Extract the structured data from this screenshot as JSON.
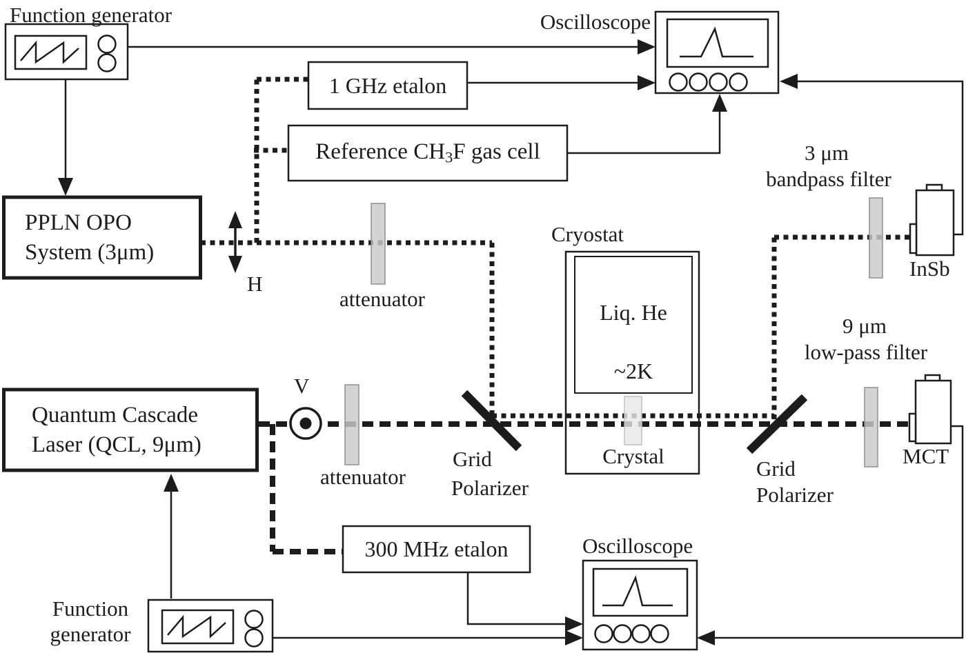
{
  "colors": {
    "ink": "#1c1c1c",
    "filter_fill": "#c9c9c9",
    "filter_stroke": "#8f8f8f",
    "crystal_fill": "#e7e7e7",
    "crystal_stroke": "#c2c2c2"
  },
  "labels": {
    "fg_top": "Function generator",
    "scope_top": "Oscilloscope",
    "etalon_1ghz": "1 GHz etalon",
    "gas_cell_pre": "Reference CH",
    "gas_cell_sub": "3",
    "gas_cell_post": "F gas cell",
    "opo_1": "PPLN OPO",
    "opo_2": "System (3μm)",
    "h_pol": "H",
    "v_pol": "V",
    "attenuator_top": "attenuator",
    "attenuator_bottom": "attenuator",
    "bandpass_1": "3 μm",
    "bandpass_2": "bandpass filter",
    "insb": "InSb",
    "cryostat": "Cryostat",
    "liq_he": "Liq. He",
    "temp": "~2K",
    "crystal": "Crystal",
    "grid_pol_left_1": "Grid",
    "grid_pol_left_2": "Polarizer",
    "grid_pol_right_1": "Grid",
    "grid_pol_right_2": "Polarizer",
    "lowpass_1": "9 μm",
    "lowpass_2": "low-pass filter",
    "mct": "MCT",
    "qcl_1": "Quantum Cascade",
    "qcl_2": "Laser (QCL, 9μm)",
    "etalon_300mhz": "300 MHz etalon",
    "scope_bottom": "Oscilloscope",
    "fg_bottom_1": "Function",
    "fg_bottom_2": "generator"
  }
}
